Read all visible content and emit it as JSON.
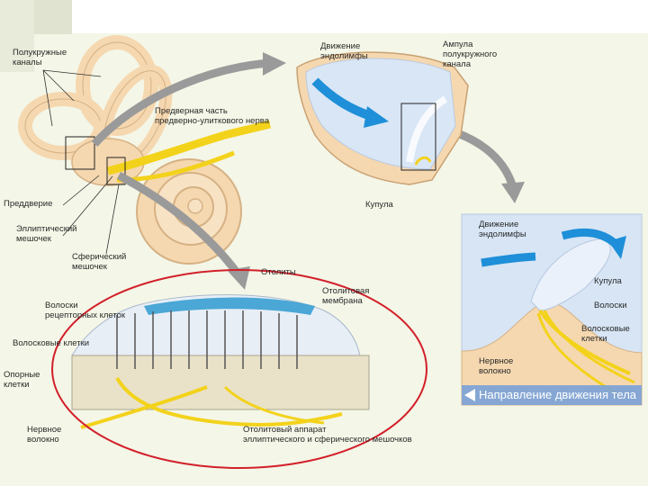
{
  "colors": {
    "panel_bg": "#f4f6e7",
    "nerve": "#f3d21b",
    "bone": "#f5d8b0",
    "fluid": "#cfe0f4",
    "arrow_blue": "#1e8fd8",
    "gray_arrow": "#9a9a9a",
    "ellipse": "#d2202a",
    "body_arrow": "#7aa2d8"
  },
  "labels": {
    "semicircular_canals": "Полукружные\nканалы",
    "vestibular_nerve": "Предверная часть\nпредверно-улиткового нерва",
    "vestibule": "Преддверие",
    "utricle": "Эллиптический\nмешочек",
    "saccule": "Сферический\nмешочек",
    "endolymph_motion": "Движение\nэндолимфы",
    "ampulla": "Ампула\nполукружного\nканала",
    "cupula_top": "Купула",
    "endolymph_motion_2": "Движение\nэндолимфы",
    "cupula_right": "Купула",
    "hairs_right": "Волоски",
    "hair_cells_right": "Волосковые\nклетки",
    "nerve_fiber_right": "Нервное\nволокно",
    "body_direction": "Направление движения тела",
    "otoliths": "Отолиты",
    "otolith_membrane": "Отолитовая\nмембрана",
    "receptor_hairs": "Волоски\nрецепторных клеток",
    "hair_cells": "Волосковые клетки",
    "support_cells": "Опорные\nклетки",
    "nerve_fiber": "Нервное\nволокно",
    "otolith_apparatus": "Отолитовый аппарат\nэллиптического и сферического мешочков"
  },
  "icons": {
    "motion_arrow": "blue-curved-arrow",
    "pointer_arrow": "gray-curved-arrow",
    "direction_arrow": "left-arrow"
  }
}
